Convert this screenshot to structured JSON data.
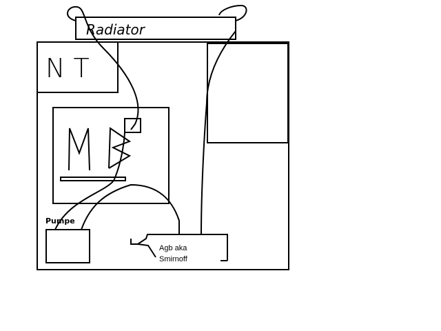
{
  "labels": {
    "radiator": "Radiator",
    "psu": "N T",
    "motherboard": "M B",
    "pump": "Pumpe",
    "reservoir_line1": "Agb aka",
    "reservoir_line2": "Smirnoff"
  },
  "colors": {
    "stroke": "#000000",
    "background": "#ffffff"
  }
}
